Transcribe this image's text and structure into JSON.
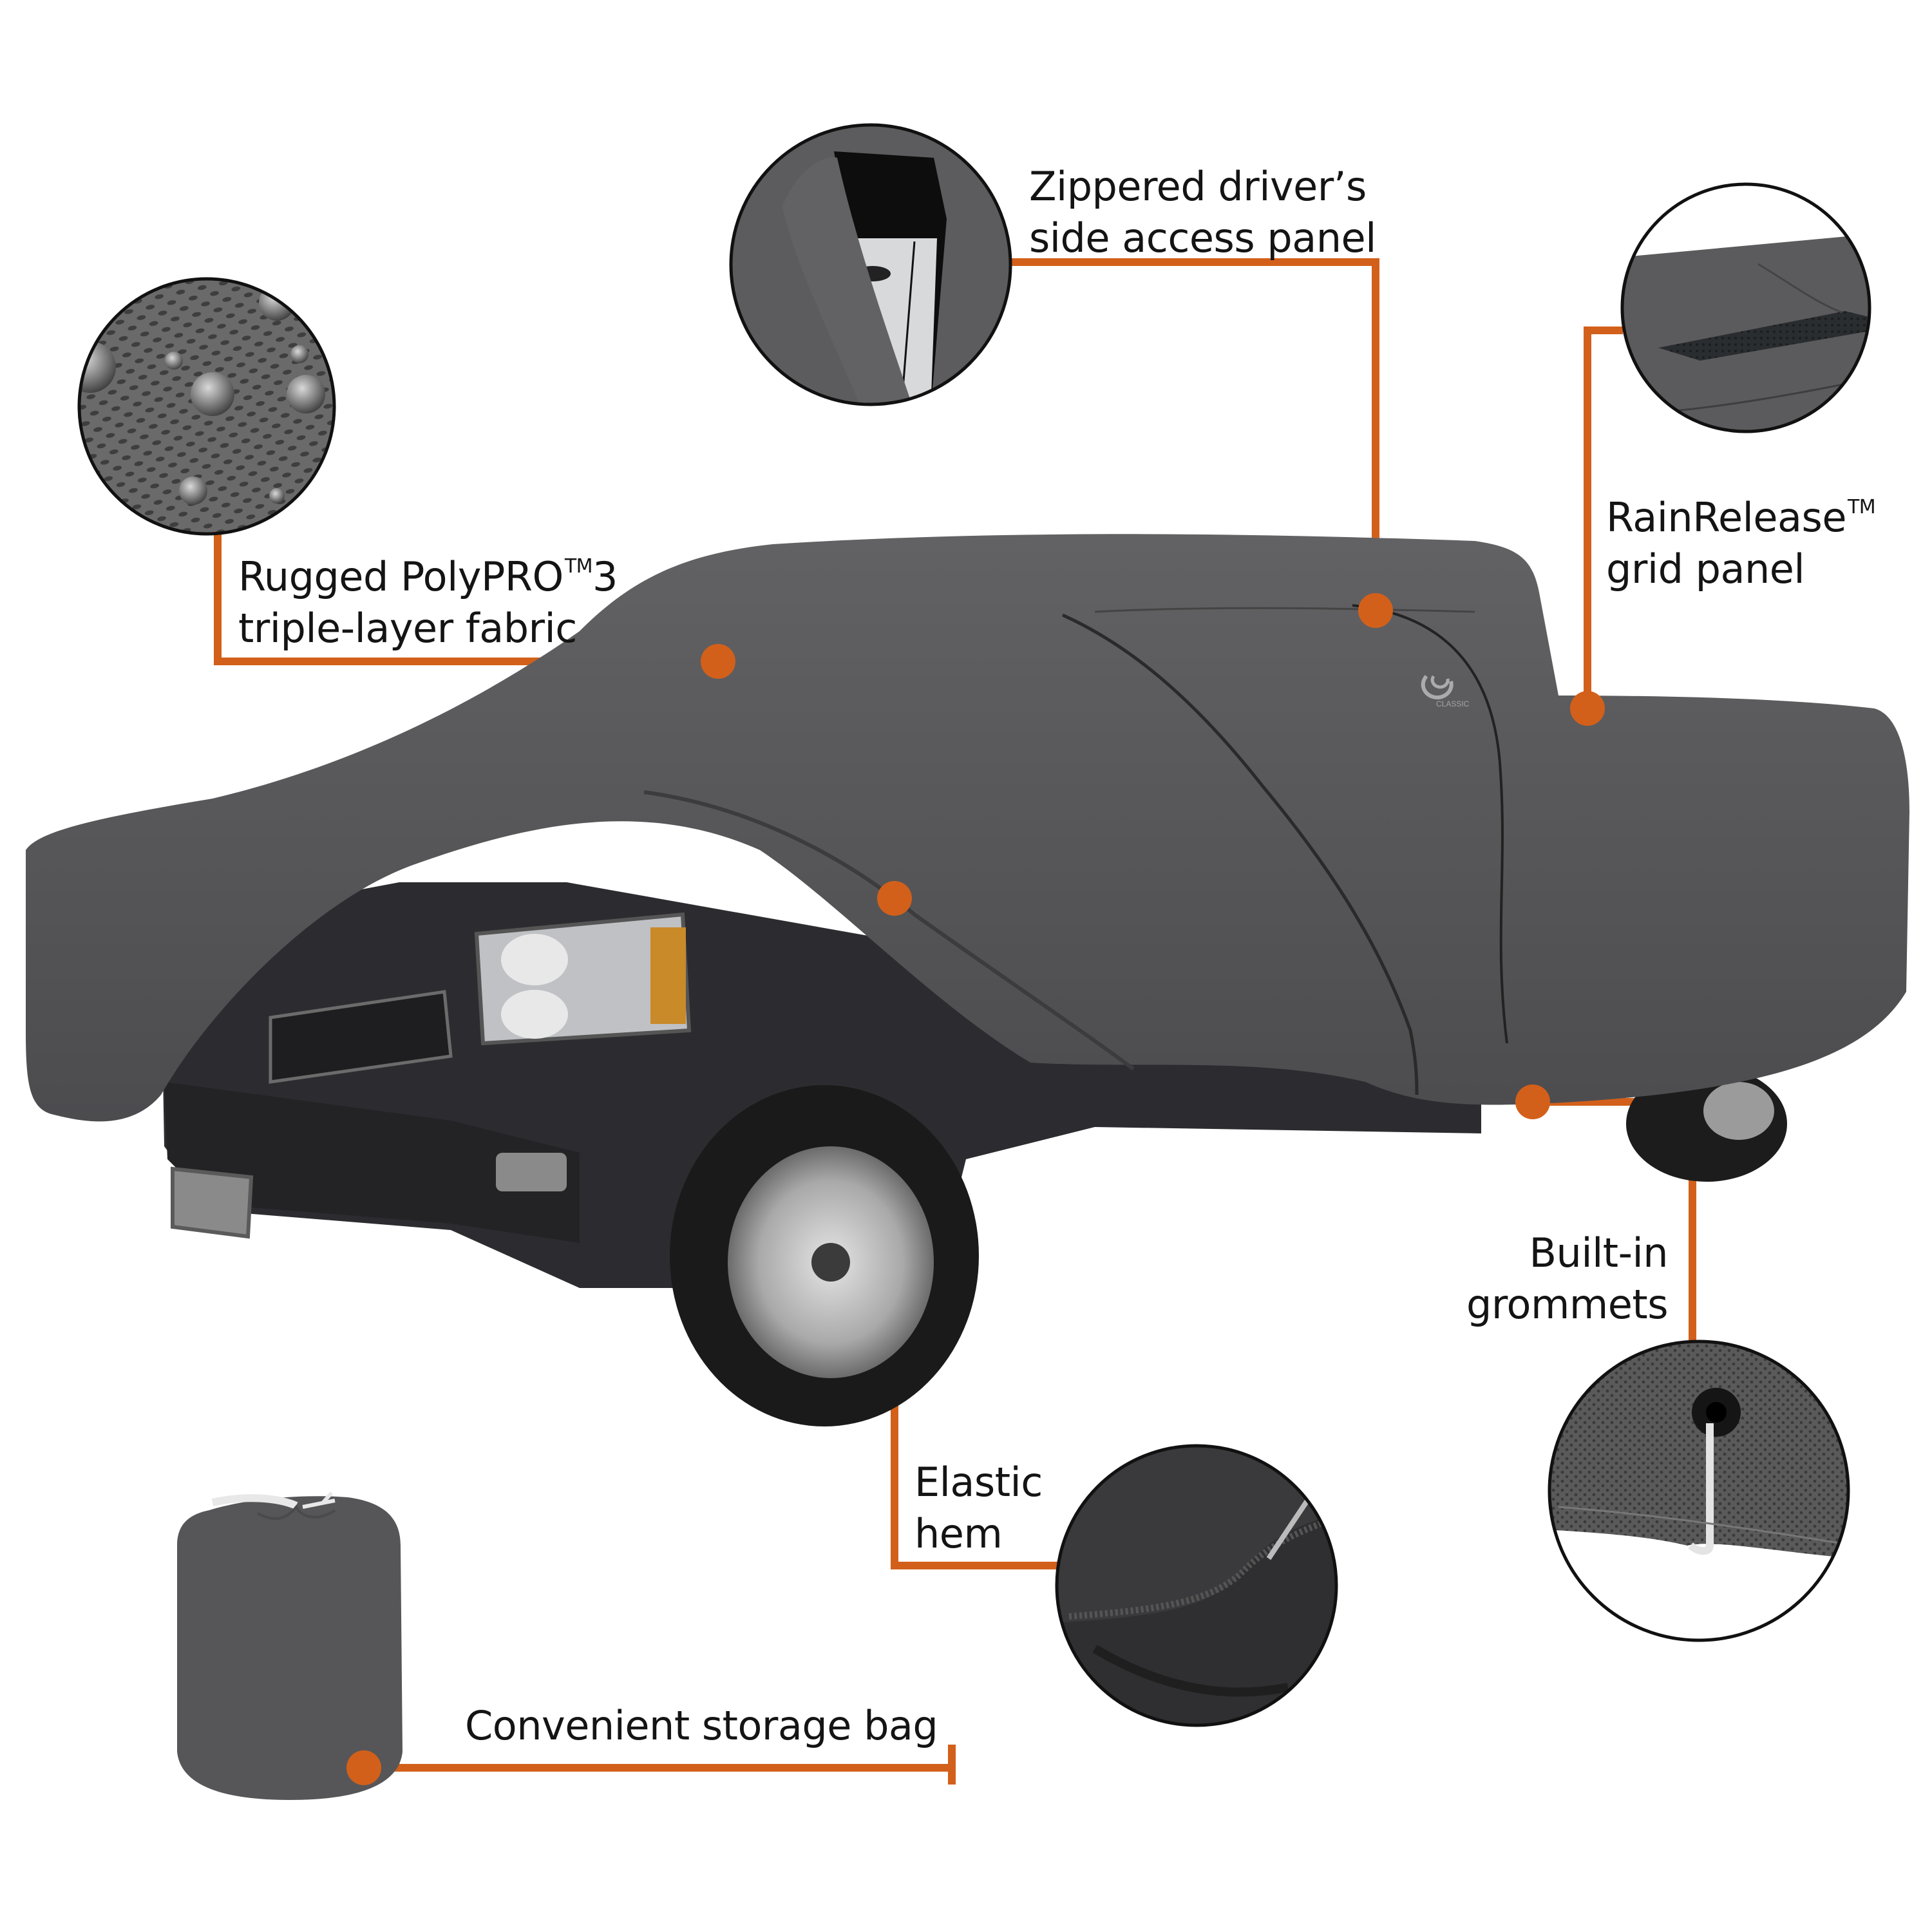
{
  "product": {
    "subject": "Pickup truck with grey full-coverage truck cover partially pulled back over the hood",
    "cover_logo_text": "CLASSIC"
  },
  "colors": {
    "accent_orange": "#D3601A",
    "cover_grey": "#5b5b5d",
    "cover_grey_dark": "#47474a",
    "truck_body": "#2c2c30",
    "background": "#ffffff",
    "label_text": "#141414"
  },
  "callouts": [
    {
      "id": "fabric",
      "lines": [
        "Rugged PolyPRO",
        "triple-layer fabric"
      ],
      "trademark": "TM",
      "suffix": "3",
      "detail_image": "water-beaded-fabric-closeup"
    },
    {
      "id": "zipper",
      "lines": [
        "Zippered driver’s",
        "side access panel"
      ],
      "detail_image": "zippered-door-panel-closeup"
    },
    {
      "id": "rainrelease",
      "lines": [
        "RainRelease",
        "grid panel"
      ],
      "trademark": "TM",
      "detail_image": "mesh-grid-panel-closeup"
    },
    {
      "id": "grommets",
      "lines": [
        "Built-in",
        "grommets"
      ],
      "detail_image": "grommet-with-cord-closeup"
    },
    {
      "id": "elastic",
      "lines": [
        "Elastic",
        "hem"
      ],
      "detail_image": "elastic-hem-over-tire-closeup"
    },
    {
      "id": "storage",
      "lines": [
        "Convenient storage bag"
      ],
      "detail_image": "drawstring-storage-bag"
    }
  ]
}
